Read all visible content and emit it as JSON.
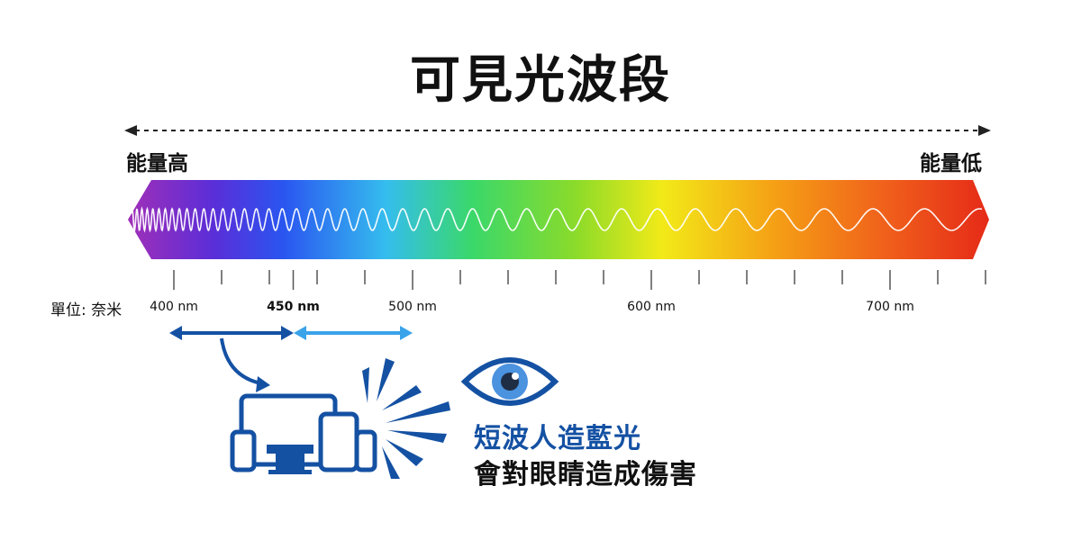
{
  "title": "可見光波段",
  "energy": {
    "high": "能量高",
    "low": "能量低"
  },
  "scale": {
    "unit_label": "單位: 奈米",
    "labels": [
      {
        "text": "400 nm",
        "bold": false,
        "nm": 400
      },
      {
        "text": "450 nm",
        "bold": true,
        "nm": 450
      },
      {
        "text": "500 nm",
        "bold": false,
        "nm": 500
      },
      {
        "text": "600 nm",
        "bold": false,
        "nm": 600
      },
      {
        "text": "700 nm",
        "bold": false,
        "nm": 700
      }
    ]
  },
  "warning": {
    "line1": "短波人造藍光",
    "line2": "會對眼睛造成傷害"
  },
  "colors": {
    "dark_blue": "#1451a3",
    "light_blue": "#3aa3ea",
    "spectrum": [
      "#9b2fc0",
      "#3c2fe0",
      "#2a6cf0",
      "#35c4ee",
      "#36d64a",
      "#8fdc2a",
      "#f2ec16",
      "#f59a14",
      "#f05a1a",
      "#e8301a"
    ]
  },
  "icons": [
    "eye-icon",
    "monitor-icon",
    "tablet-icon",
    "phone-icon",
    "light-rays-icon",
    "curved-arrow-icon"
  ]
}
